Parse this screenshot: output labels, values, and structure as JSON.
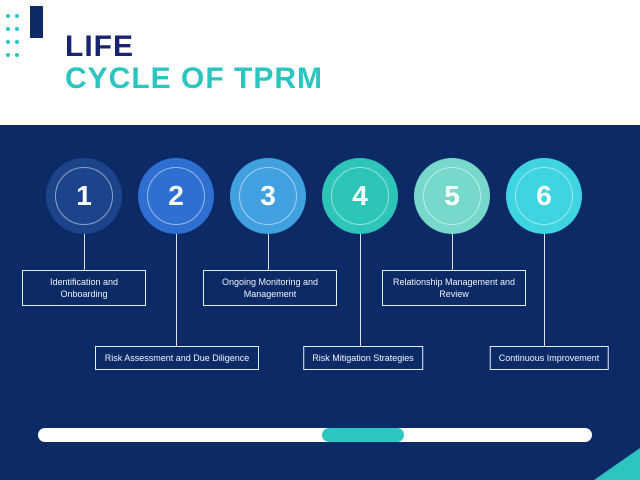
{
  "title": {
    "line1": "LIFE",
    "line2": "CYCLE OF TPRM"
  },
  "steps": [
    {
      "number": "1",
      "label": "Identification and Onboarding",
      "color": "#1c448a"
    },
    {
      "number": "2",
      "label": "Risk Assessment and Due Diligence",
      "color": "#2f6fd2"
    },
    {
      "number": "3",
      "label": "Ongoing Monitoring and Management",
      "color": "#41a0e0"
    },
    {
      "number": "4",
      "label": "Risk Mitigation Strategies",
      "color": "#2cc5b8"
    },
    {
      "number": "5",
      "label": "Relationship Management and Review",
      "color": "#77d9cb"
    },
    {
      "number": "6",
      "label": "Continuous Improvement",
      "color": "#3ed4e2"
    }
  ],
  "colors": {
    "background_top": "#ffffff",
    "background_main": "#0b2a66",
    "accent_teal": "#2cc5c0",
    "title_navy": "#17246e",
    "label_border": "#e3ecf7"
  }
}
